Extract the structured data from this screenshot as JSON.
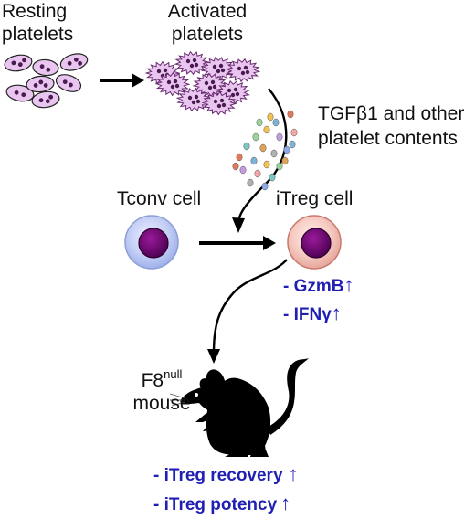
{
  "labels": {
    "resting": [
      "Resting",
      "platelets"
    ],
    "activated": [
      "Activated",
      "platelets"
    ],
    "contents": [
      "TGFβ1 and other",
      "platelet contents"
    ],
    "tconv": "Tconv cell",
    "itreg": "iTreg cell",
    "mouse_base": "F8",
    "mouse_sup": "null",
    "mouse_line2": "mouse"
  },
  "effects_itreg": [
    {
      "text": "- GzmB",
      "arrow": "↑"
    },
    {
      "text": "- IFNγ",
      "arrow": "↑"
    }
  ],
  "effects_mouse": [
    {
      "text": "- iTreg recovery",
      "arrow": "↑"
    },
    {
      "text": "- iTreg potency",
      "arrow": "↑"
    }
  ],
  "colors": {
    "platelet_fill": "#e9c6ef",
    "granule": "#4a1a50",
    "tconv_ring": "#b9c6f2",
    "itreg_ring": "#f5c7c0",
    "nucleus": "#6b0a6b",
    "text_blue": "#1f1fb4",
    "arrow": "#000000",
    "mouse": "#000000"
  }
}
